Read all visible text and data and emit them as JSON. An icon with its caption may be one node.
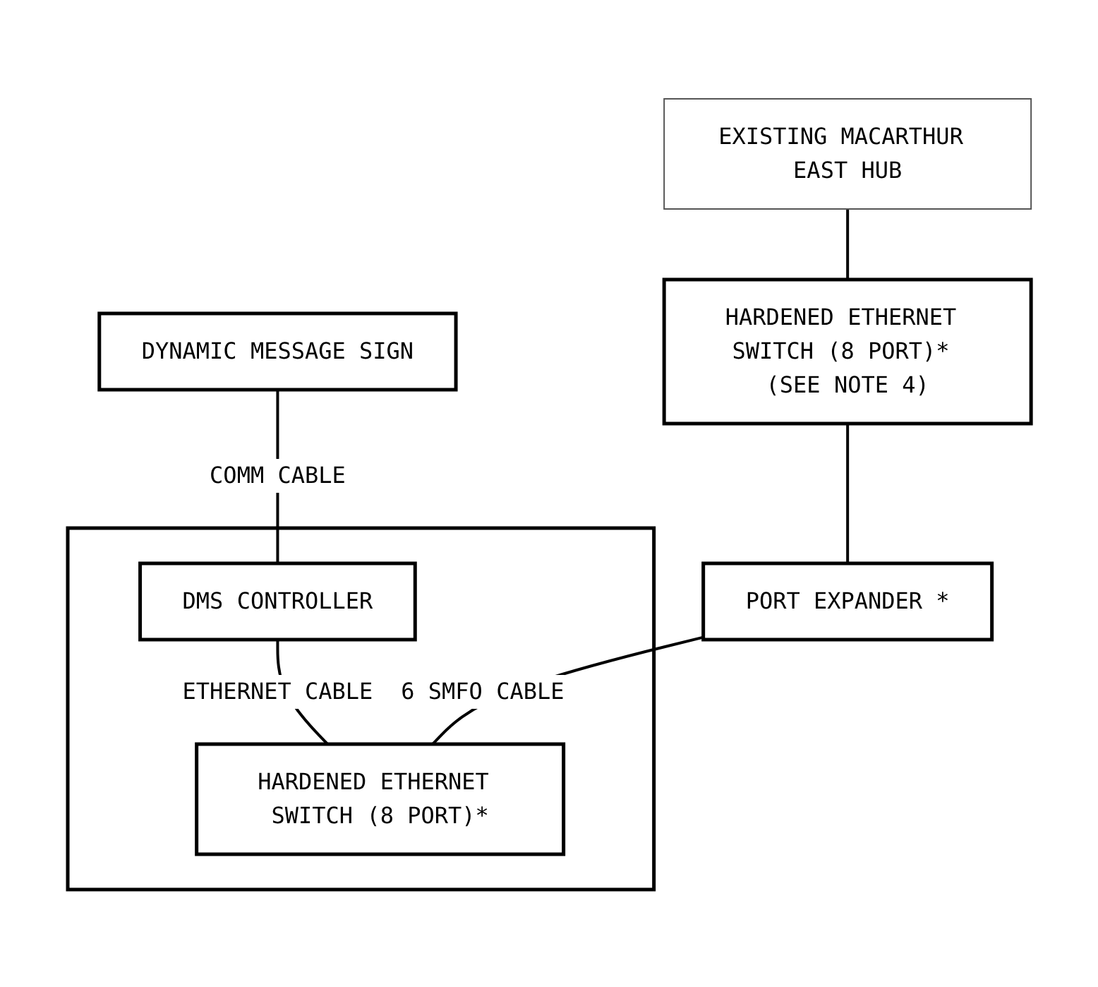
{
  "diagram": {
    "nodes": [
      {
        "text": [
          "DYNAMIC MESSAGE SIGN"
        ]
      },
      {
        "text": [],
        "shape": "box"
      },
      {
        "text": [
          "DMS CONTROLLER"
        ],
        "in": 1
      },
      {
        "text": [
          "HARDENED ETHERNET SWITCH (8 PORT)*"
        ],
        "in": 1
      },
      {
        "text": [
          "EXISTING MACARTHUR EAST HUB"
        ]
      },
      {
        "text": [
          "HARDENED ETHERNET SWITCH (8 PORT)* (SEE NOTE 4)"
        ]
      },
      {
        "text": [
          "PORT EXPANDER *"
        ]
      }
    ],
    "edges": [
      {
        "from": 0,
        "to": 2,
        "arrow": "none",
        "label": "COMM CABLE"
      },
      {
        "from": 2,
        "to": 3,
        "arrow": "none",
        "label": "ETHERNET CABLE"
      },
      {
        "from": 4,
        "to": 5,
        "arrow": "none"
      },
      {
        "from": 5,
        "to": 6,
        "arrow": "none"
      },
      {
        "from": 6,
        "to": 3,
        "arrow": "none",
        "label": "6 SMFO CABLE"
      }
    ]
  }
}
